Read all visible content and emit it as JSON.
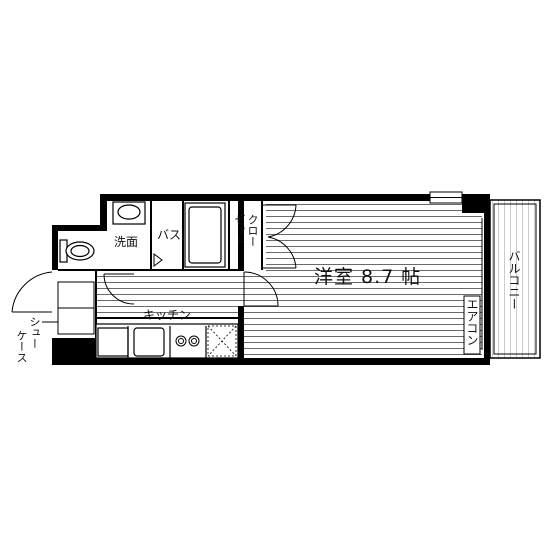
{
  "rooms": {
    "main": "洋室 8.7 帖",
    "bath": "バス",
    "washroom": "洗面",
    "closet_col1": "クロー",
    "closet_col2": "ゼット",
    "kitchen": "キッチン",
    "balcony": "バルコニー",
    "aircon": "エアコン",
    "shoe_col1": "シュー",
    "shoe_col2": "ケース"
  },
  "colors": {
    "wall": "#000000",
    "line": "#222222",
    "hatch": "#666666",
    "background": "#ffffff"
  }
}
